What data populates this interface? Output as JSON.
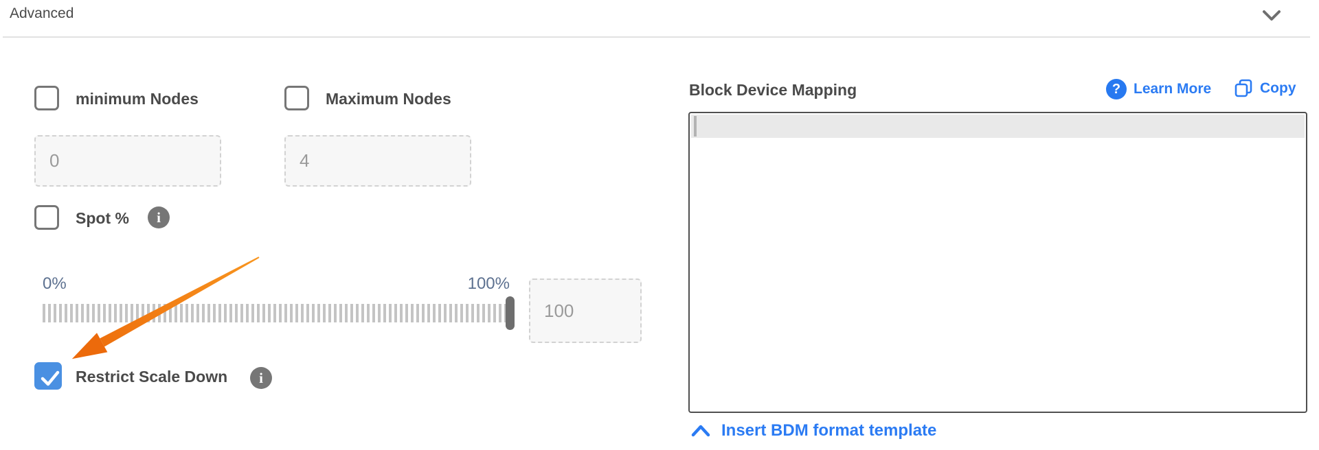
{
  "header": {
    "title": "Advanced"
  },
  "form": {
    "min_nodes": {
      "label": "minimum Nodes",
      "checked": false,
      "value": "0"
    },
    "max_nodes": {
      "label": "Maximum Nodes",
      "checked": false,
      "value": "4"
    },
    "spot_percent": {
      "label": "Spot %",
      "checked": false
    },
    "slider": {
      "min_label": "0%",
      "max_label": "100%",
      "value": "100",
      "position_percent": 100
    },
    "restrict_scale_down": {
      "label": "Restrict Scale Down",
      "checked": true
    }
  },
  "bdm": {
    "title": "Block Device Mapping",
    "learn_more_label": "Learn More",
    "copy_label": "Copy",
    "editor_value": "",
    "insert_template_label": "Insert BDM format template"
  },
  "glyphs": {
    "info": "i",
    "question": "?"
  },
  "colors": {
    "text_dark": "#4a4a4a",
    "accent_blue": "#2b7bf3",
    "checkbox_checked_blue": "#4a90e2",
    "slider_label_blue_gray": "#5d7190",
    "input_placeholder_gray": "#9a9a9a",
    "info_badge_gray": "#767676",
    "annotation_orange": "#f0751c"
  },
  "annotation": {
    "type": "arrow",
    "color": "#f0751c",
    "points_to": "Restrict Scale Down checkbox"
  }
}
